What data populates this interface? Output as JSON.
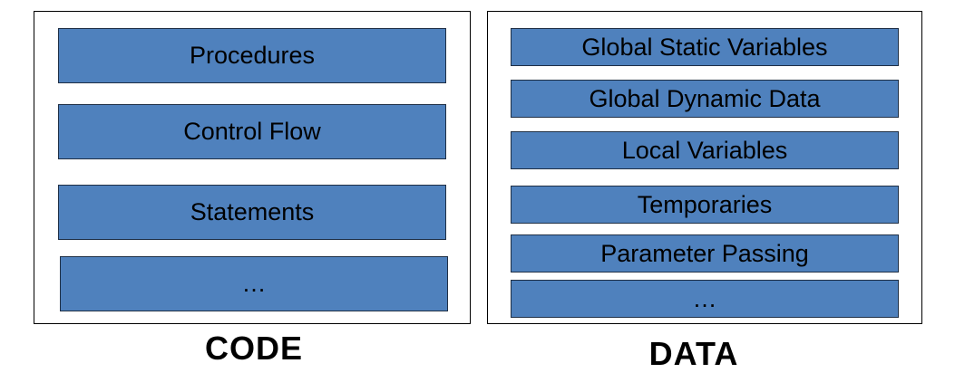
{
  "colors": {
    "box_fill": "#4f81bd",
    "box_border": "#1f2f45",
    "panel_border": "#000000",
    "text": "#000000"
  },
  "code": {
    "caption": "CODE",
    "items": [
      "Procedures",
      "Control Flow",
      "Statements",
      "…"
    ]
  },
  "data": {
    "caption": "DATA",
    "items": [
      "Global Static Variables",
      "Global Dynamic Data",
      "Local Variables",
      "Temporaries",
      "Parameter Passing",
      "…"
    ]
  }
}
